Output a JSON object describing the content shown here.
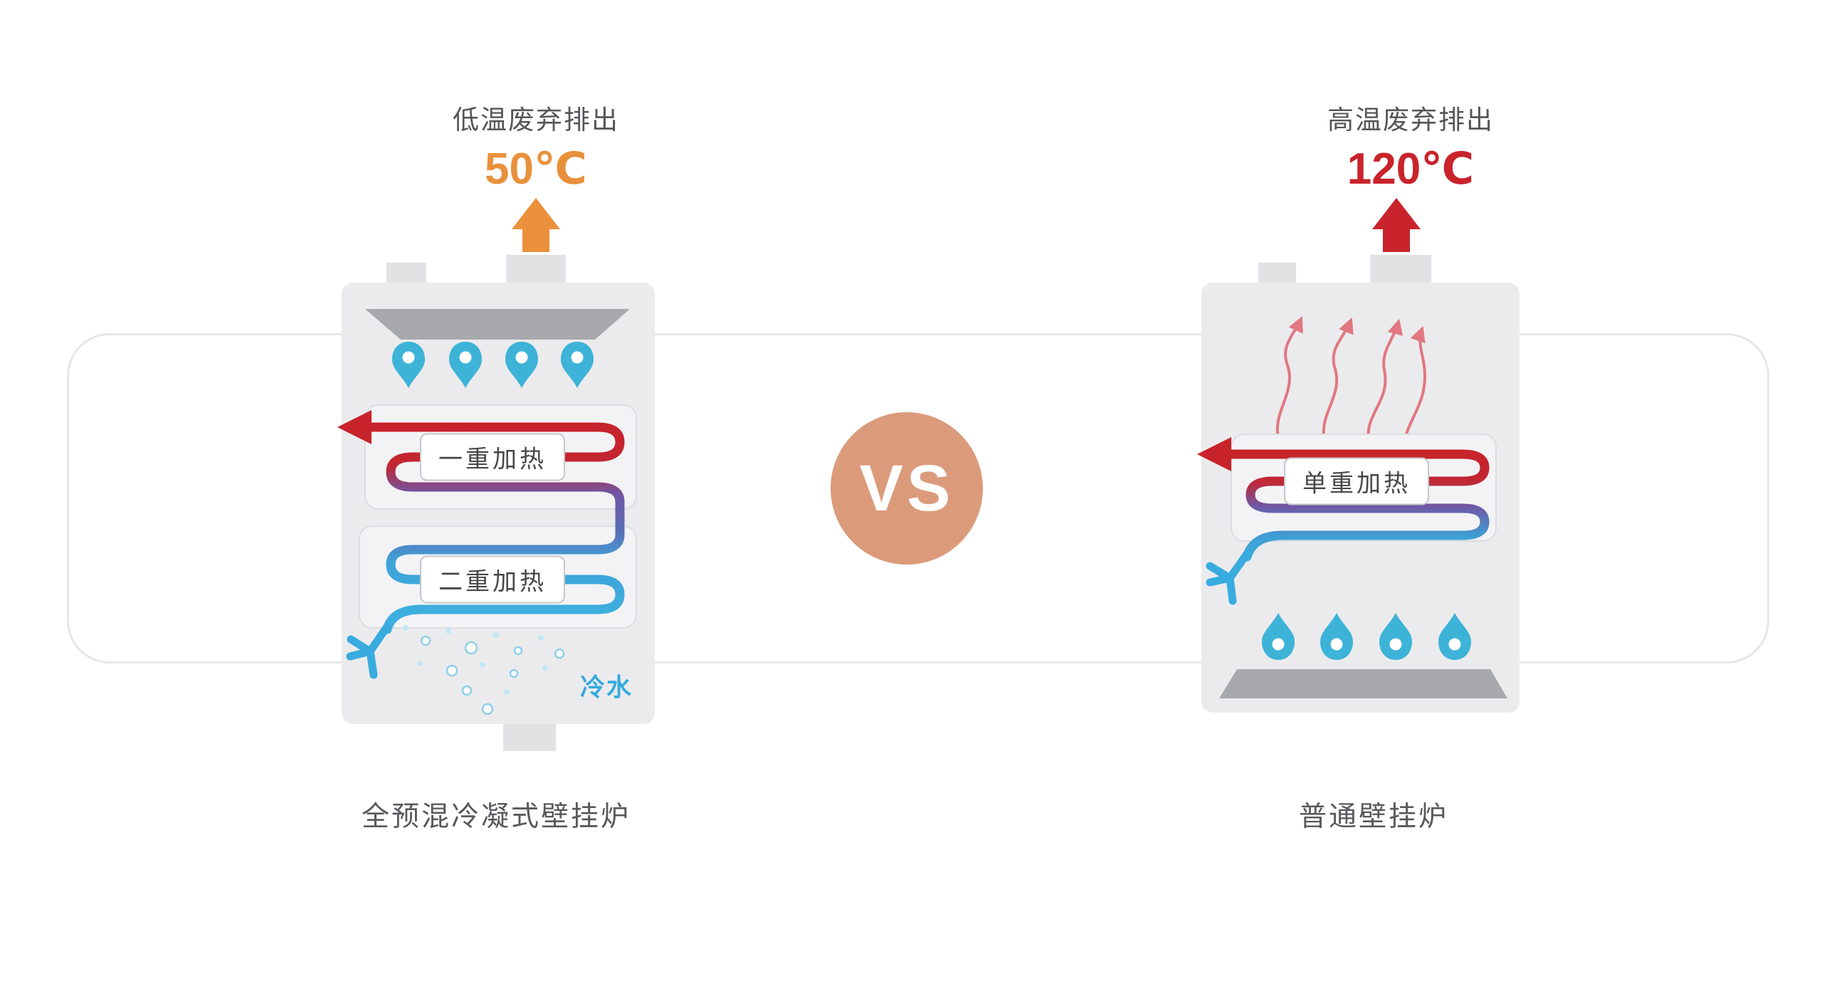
{
  "comparison": {
    "vs_label": "VS",
    "left": {
      "exhaust_label": "低温废弃排出",
      "exhaust_temp": "50℃",
      "coil_label_1": "一重加热",
      "coil_label_2": "二重加热",
      "cold_water_label": "冷水",
      "caption": "全预混冷凝式壁挂炉"
    },
    "right": {
      "exhaust_label": "高温废弃排出",
      "exhaust_temp": "120℃",
      "coil_label_1": "单重加热",
      "caption": "普通壁挂炉"
    },
    "colors": {
      "left_temp": "#e8913c",
      "left_arrow": "#eb913b",
      "right_temp": "#c9232b",
      "right_arrow": "#c9232b",
      "vs_circle": "#db9b7b",
      "flame": "#3db3d8",
      "coil_red": "#c8232a",
      "coil_purple": "#6f56a4",
      "coil_blue": "#3cb6e2",
      "cold_water": "#36aade",
      "exhaust_curl": "#e17781"
    }
  }
}
